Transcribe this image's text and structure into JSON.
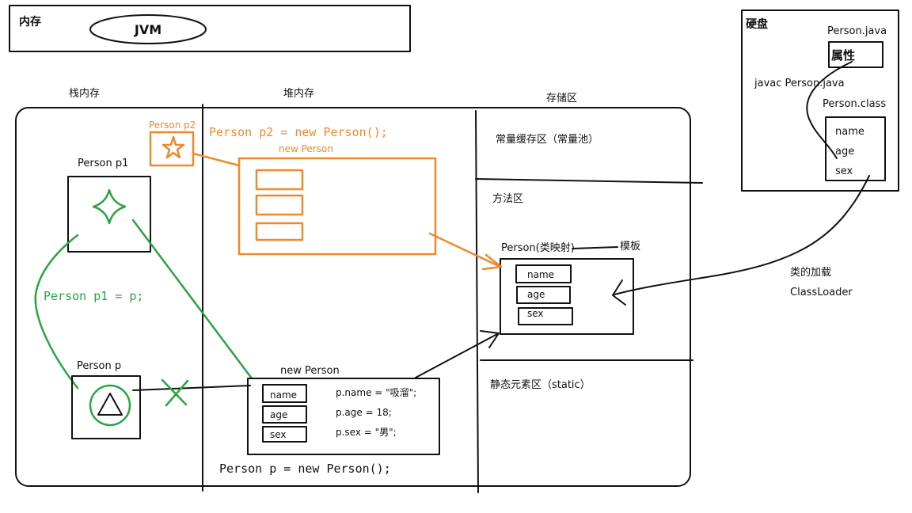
{
  "memory": {
    "label": "内存",
    "jvm": "JVM"
  },
  "disk": {
    "label": "硬盘",
    "java_file": "Person.java",
    "attr_box": "属性",
    "javac": "javac Person.java",
    "class_file": "Person.class",
    "fields": [
      "name",
      "age",
      "sex"
    ]
  },
  "regions": {
    "stack": "栈内存",
    "heap": "堆内存",
    "storage": "存储区"
  },
  "storage_sections": {
    "const_pool": "常量缓存区（常量池）",
    "method_area": "方法区",
    "static_area": "静态元素区（static）"
  },
  "stack_items": {
    "p2": "Person p2",
    "p1": "Person p1",
    "p": "Person p"
  },
  "code": {
    "p2_new": "Person p2 = new Person();",
    "p1_assign": "Person p1 = p;",
    "p_new": "Person p = new Person();"
  },
  "heap": {
    "obj_top_label": "new Person",
    "obj_bottom_label": "new Person",
    "fields": [
      "name",
      "age",
      "sex"
    ],
    "assignments": [
      "p.name = \"吸溜\";",
      "p.age = 18;",
      "p.sex = \"男\";"
    ]
  },
  "method_area_class": {
    "label": "Person(类映射)",
    "template": "模板",
    "fields": [
      "name",
      "age",
      "sex"
    ]
  },
  "class_loading": {
    "label": "类的加载",
    "loader": "ClassLoader"
  },
  "colors": {
    "ink": "#111111",
    "orange": "#ee8a2e",
    "green": "#2aa443"
  }
}
